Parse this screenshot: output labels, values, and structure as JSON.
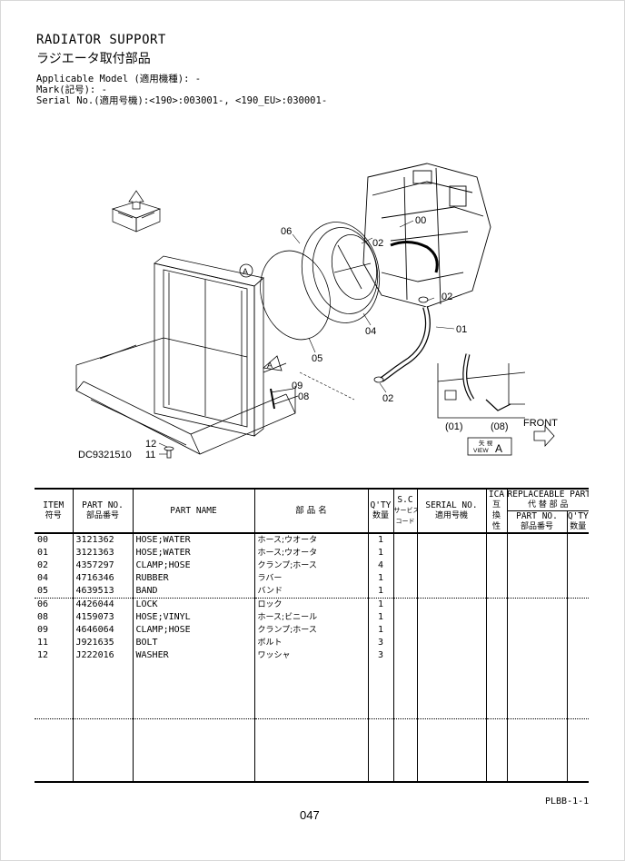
{
  "header": {
    "title_en": "RADIATOR SUPPORT",
    "title_jp": "ラジエータ取付部品",
    "model_line": "Applicable Model (適用機種): -",
    "mark_line": "Mark(記号): -",
    "serial_line": "Serial No.(適用号機):<190>:003001-, <190_EU>:030001-"
  },
  "diagram": {
    "code": "DC9321510",
    "callouts": [
      "06",
      "00",
      "02",
      "04",
      "01",
      "05",
      "09",
      "08",
      "02",
      "12",
      "11"
    ],
    "inset_callouts": [
      "(01)",
      "(08)"
    ],
    "view_marker_a": "A",
    "front_label": "FRONT",
    "view_box": {
      "jp": "矢 視",
      "en": "VIEW",
      "letter": "A"
    }
  },
  "table": {
    "headers": {
      "item": "ITEM",
      "item_jp": "符号",
      "part_no": "PART NO.",
      "part_no_jp": "部品番号",
      "part_name": "PART NAME",
      "jp_name": "部 品 名",
      "qty": "Q'TY",
      "qty_jp": "数量",
      "sc": "S.C",
      "sc_jp1": "サービス",
      "sc_jp2": "コード",
      "serial": "SERIAL NO.",
      "serial_jp": "適用号機",
      "ica": "ICA",
      "ica_jp1": "互",
      "ica_jp2": "換",
      "ica_jp3": "性",
      "replaceable": "REPLACEABLE PART",
      "replaceable_jp": "代 替 部 品",
      "rep_part_no": "PART NO.",
      "rep_part_no_jp": "部品番号",
      "rep_qty": "Q'TY",
      "rep_qty_jp": "数量"
    },
    "rows": [
      {
        "item": "00",
        "part_no": "3121362",
        "name": "HOSE;WATER",
        "jp": "ホース;ウオータ",
        "qty": "1"
      },
      {
        "item": "01",
        "part_no": "3121363",
        "name": "HOSE;WATER",
        "jp": "ホース;ウオータ",
        "qty": "1"
      },
      {
        "item": "02",
        "part_no": "4357297",
        "name": "CLAMP;HOSE",
        "jp": "クランプ;ホース",
        "qty": "4"
      },
      {
        "item": "04",
        "part_no": "4716346",
        "name": "RUBBER",
        "jp": "ラバー",
        "qty": "1"
      },
      {
        "item": "05",
        "part_no": "4639513",
        "name": "BAND",
        "jp": "バンド",
        "qty": "1"
      },
      {
        "item": "06",
        "part_no": "4426044",
        "name": "LOCK",
        "jp": "ロック",
        "qty": "1"
      },
      {
        "item": "08",
        "part_no": "4159073",
        "name": "HOSE;VINYL",
        "jp": "ホース;ビニール",
        "qty": "1"
      },
      {
        "item": "09",
        "part_no": "4646064",
        "name": "CLAMP;HOSE",
        "jp": "クランプ;ホース",
        "qty": "1"
      },
      {
        "item": "11",
        "part_no": "J921635",
        "name": "BOLT",
        "jp": "ボルト",
        "qty": "3"
      },
      {
        "item": "12",
        "part_no": "J222016",
        "name": "WASHER",
        "jp": "ワッシャ",
        "qty": "3"
      }
    ]
  },
  "footer": {
    "ref": "PLBB-1-1",
    "page": "047"
  }
}
